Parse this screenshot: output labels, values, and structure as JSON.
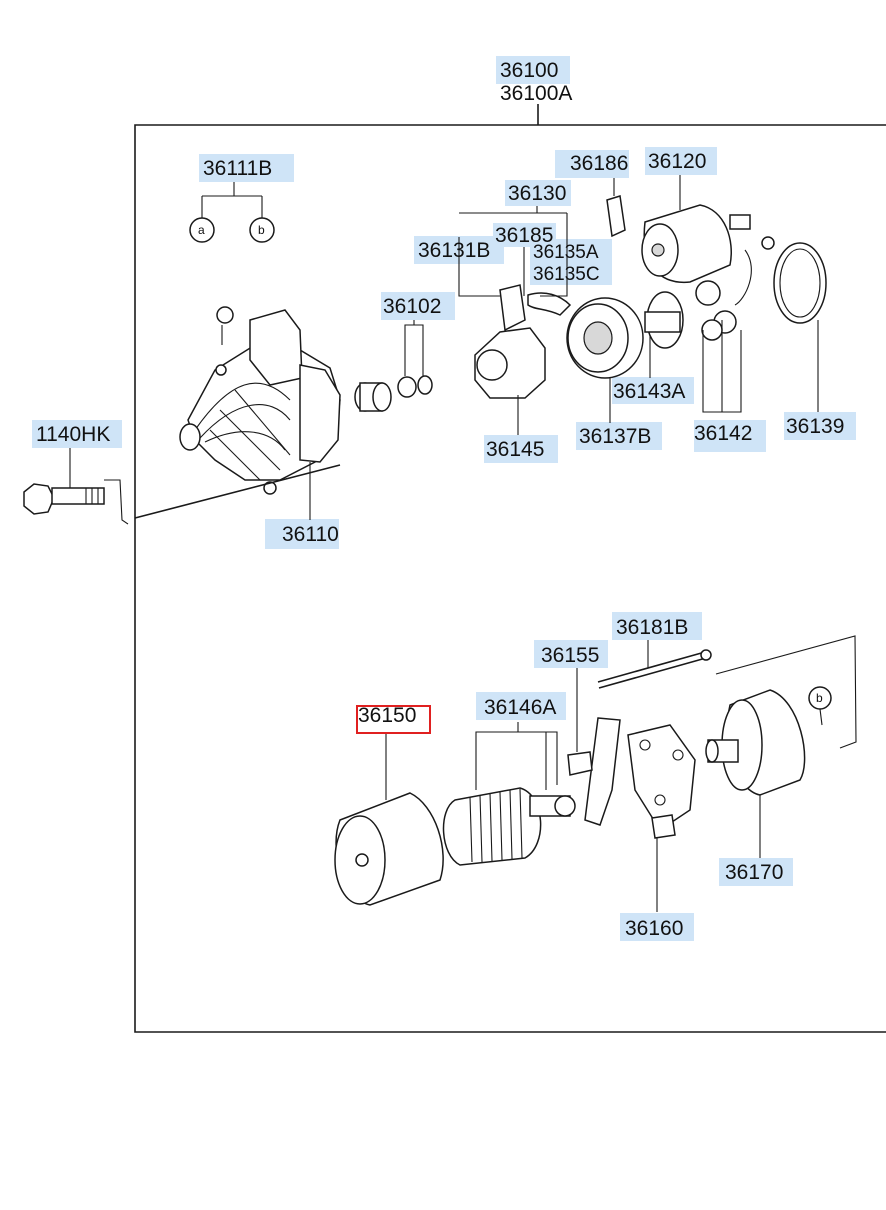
{
  "diagram": {
    "callouts": {
      "p36100": "36100",
      "p36100A": "36100A",
      "p36111B": "36111B",
      "p36186": "36186",
      "p36120": "36120",
      "p36130": "36130",
      "p36185": "36185",
      "p36131B": "36131B",
      "p36135A": "36135A",
      "p36135C": "36135C",
      "p36102": "36102",
      "p1140HK": "1140HK",
      "p36143A": "36143A",
      "p36145": "36145",
      "p36137B": "36137B",
      "p36142": "36142",
      "p36139": "36139",
      "p36110": "36110",
      "p36181B": "36181B",
      "p36155": "36155",
      "p36146A": "36146A",
      "p36150": "36150",
      "p36170": "36170",
      "p36160": "36160"
    },
    "markers": {
      "a": "a",
      "b": "b"
    },
    "selected_part": "36150",
    "colors": {
      "label_highlight": "#cfe4f7",
      "selection_box": "#e02020",
      "line": "#1a1a1a"
    }
  }
}
